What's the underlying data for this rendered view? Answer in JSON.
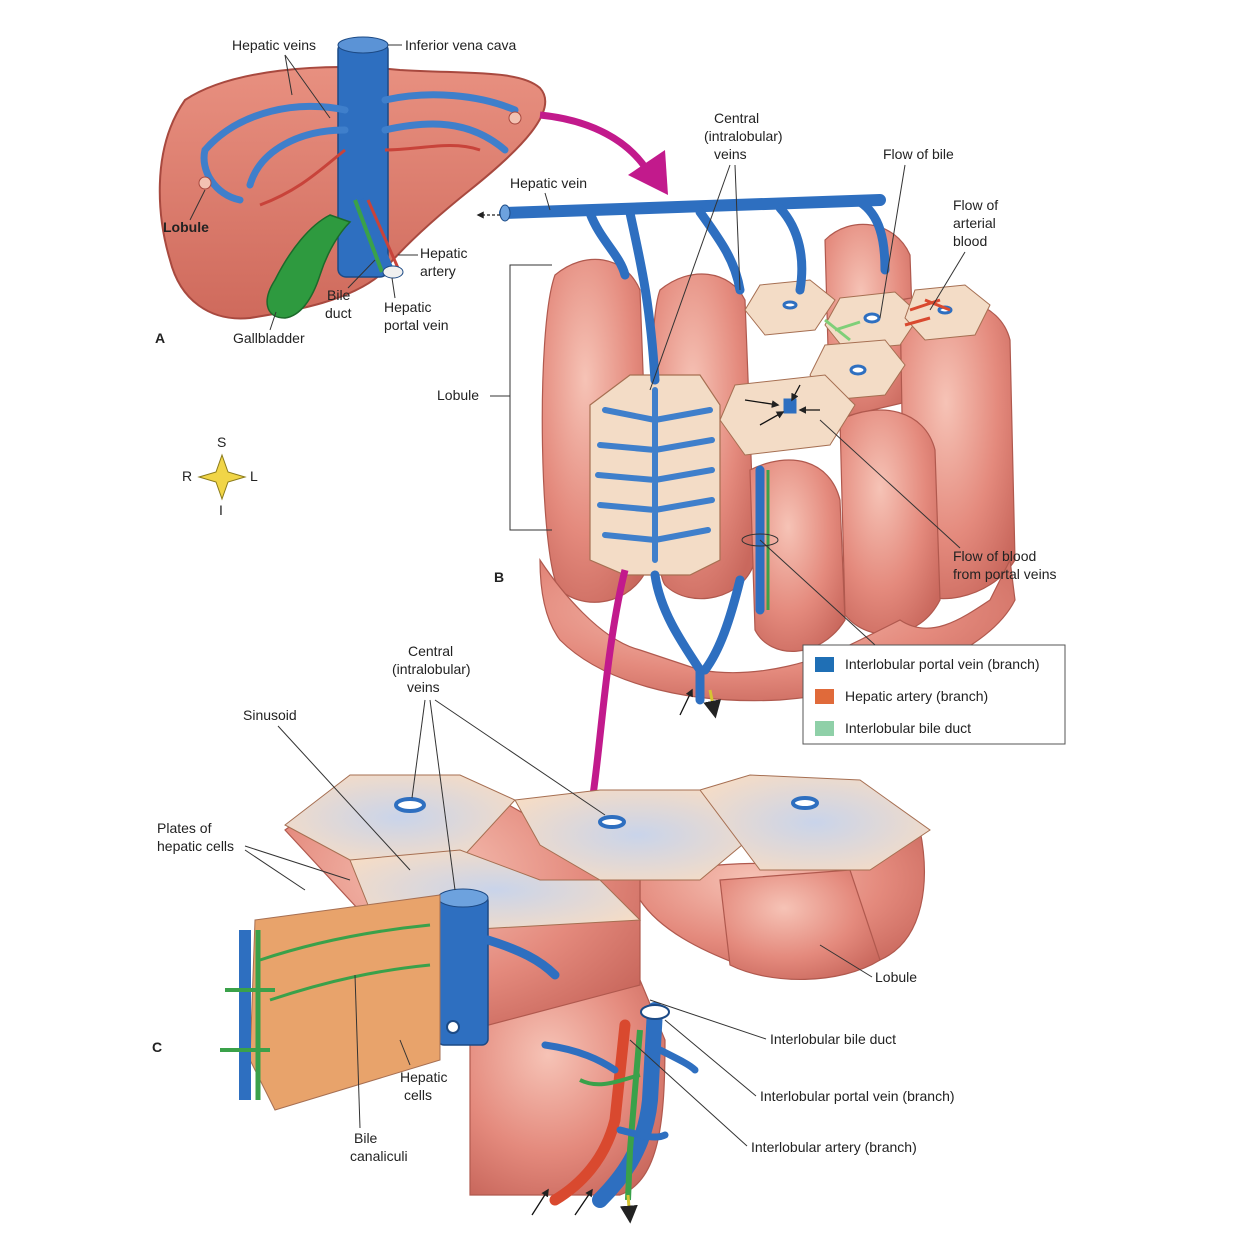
{
  "panels": {
    "a": {
      "letter": "A",
      "labels": {
        "hepatic_veins": "Hepatic veins",
        "inferior_vena_cava": "Inferior vena cava",
        "lobule": "Lobule",
        "hepatic_artery_1": "Hepatic",
        "hepatic_artery_2": "artery",
        "bile_duct_1": "Bile",
        "bile_duct_2": "duct",
        "portal_vein_1": "Hepatic",
        "portal_vein_2": "portal vein",
        "gallbladder": "Gallbladder"
      }
    },
    "b": {
      "letter": "B",
      "labels": {
        "central_veins_1": "Central",
        "central_veins_2": "(intralobular)",
        "central_veins_3": "veins",
        "hepatic_vein": "Hepatic vein",
        "flow_of_bile": "Flow of bile",
        "arterial_1": "Flow of",
        "arterial_2": "arterial",
        "arterial_3": "blood",
        "lobule": "Lobule",
        "portal_flow_1": "Flow of blood",
        "portal_flow_2": "from portal veins"
      }
    },
    "c": {
      "letter": "C",
      "labels": {
        "central_veins_1": "Central",
        "central_veins_2": "(intralobular)",
        "central_veins_3": "veins",
        "sinusoid": "Sinusoid",
        "plates_1": "Plates of",
        "plates_2": "hepatic cells",
        "lobule": "Lobule",
        "bile_duct": "Interlobular bile duct",
        "portal_vein": "Interlobular portal vein (branch)",
        "artery": "Interlobular artery (branch)",
        "hepatic_cells_1": "Hepatic",
        "hepatic_cells_2": "cells",
        "canaliculi_1": "Bile",
        "canaliculi_2": "canaliculi"
      }
    }
  },
  "compass": {
    "superior": "S",
    "inferior": "I",
    "right": "R",
    "left": "L"
  },
  "legend": {
    "items": [
      {
        "label": "Interlobular portal vein (branch)",
        "color": "#1f6fb5"
      },
      {
        "label": "Hepatic artery (branch)",
        "color": "#e06a3a"
      },
      {
        "label": "Interlobular bile duct",
        "color": "#8fd0a8"
      }
    ]
  },
  "colors": {
    "liver": "#d9756a",
    "lobule": "#e8958a",
    "lobule_top": "#f3d9c4",
    "vein": "#2e6fc0",
    "artery": "#d9492f",
    "bile": "#3aa14a",
    "arrow": "#c21a8c"
  }
}
